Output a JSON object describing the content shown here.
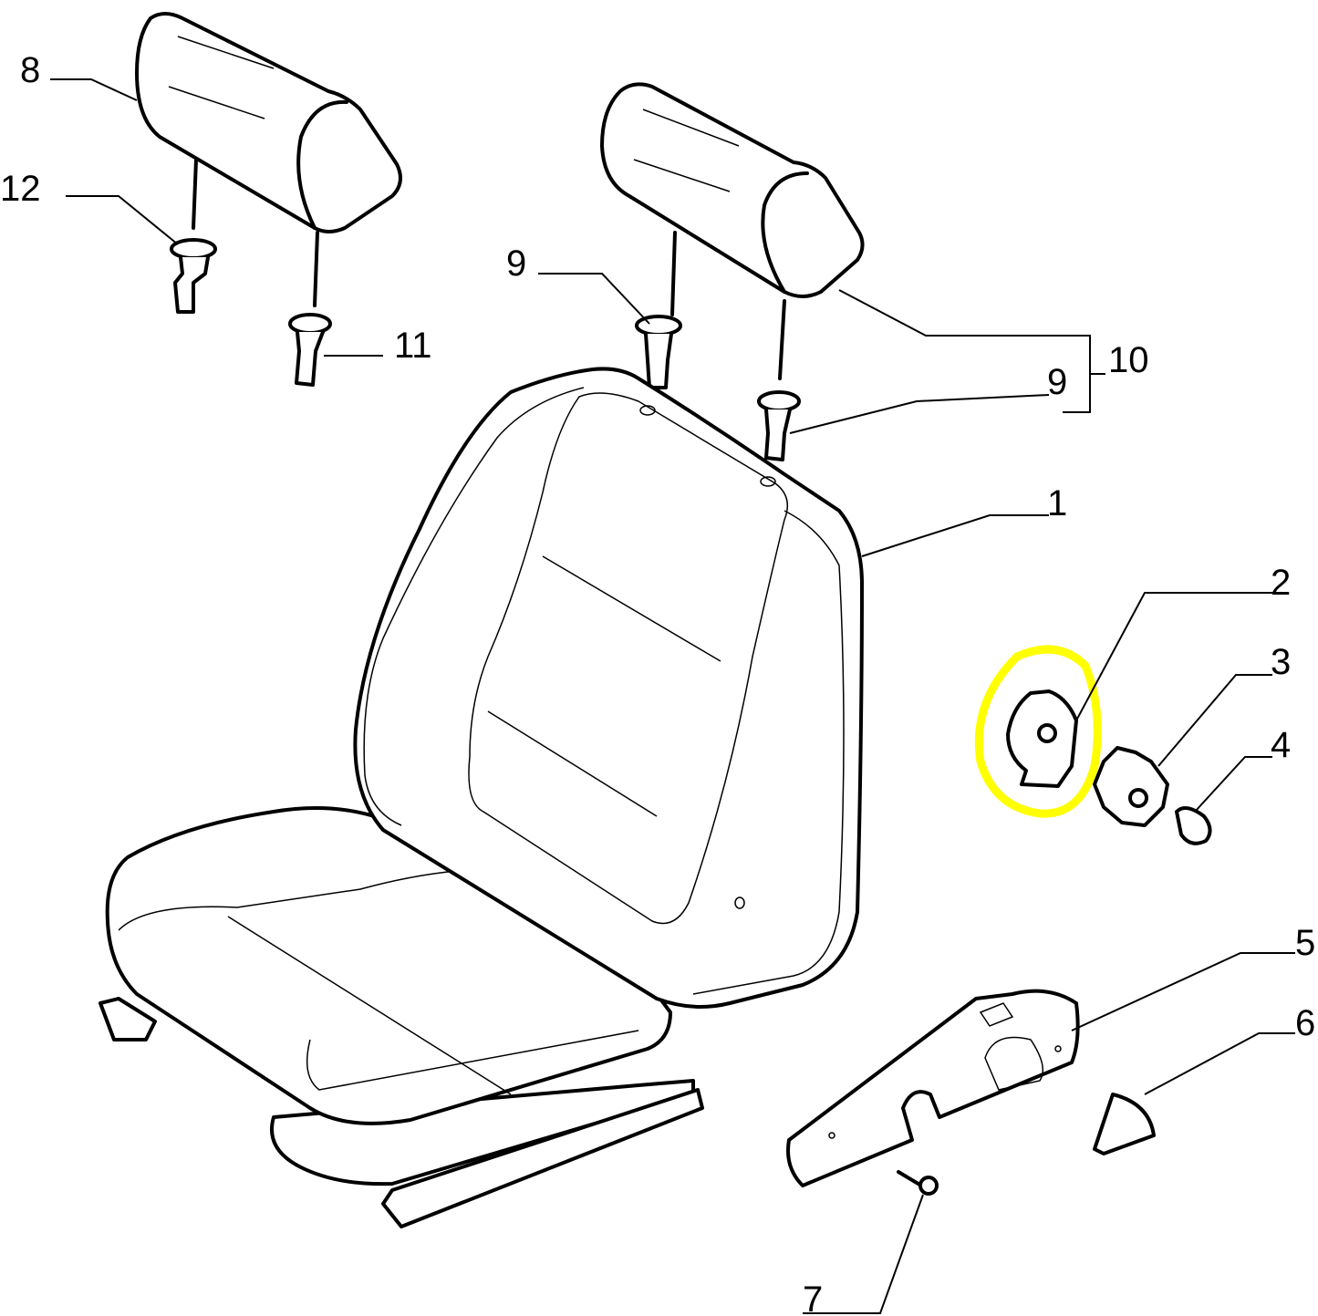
{
  "diagram": {
    "callouts": [
      {
        "id": "8",
        "text": "8"
      },
      {
        "id": "12",
        "text": "12"
      },
      {
        "id": "9a",
        "text": "9"
      },
      {
        "id": "11",
        "text": "11"
      },
      {
        "id": "10",
        "text": "10"
      },
      {
        "id": "9b",
        "text": "9"
      },
      {
        "id": "1",
        "text": "1"
      },
      {
        "id": "2",
        "text": "2"
      },
      {
        "id": "3",
        "text": "3"
      },
      {
        "id": "4",
        "text": "4"
      },
      {
        "id": "5",
        "text": "5"
      },
      {
        "id": "6",
        "text": "6"
      },
      {
        "id": "7",
        "text": "7"
      }
    ],
    "highlight_color": "#ffff00",
    "highlighted_part": "2"
  }
}
